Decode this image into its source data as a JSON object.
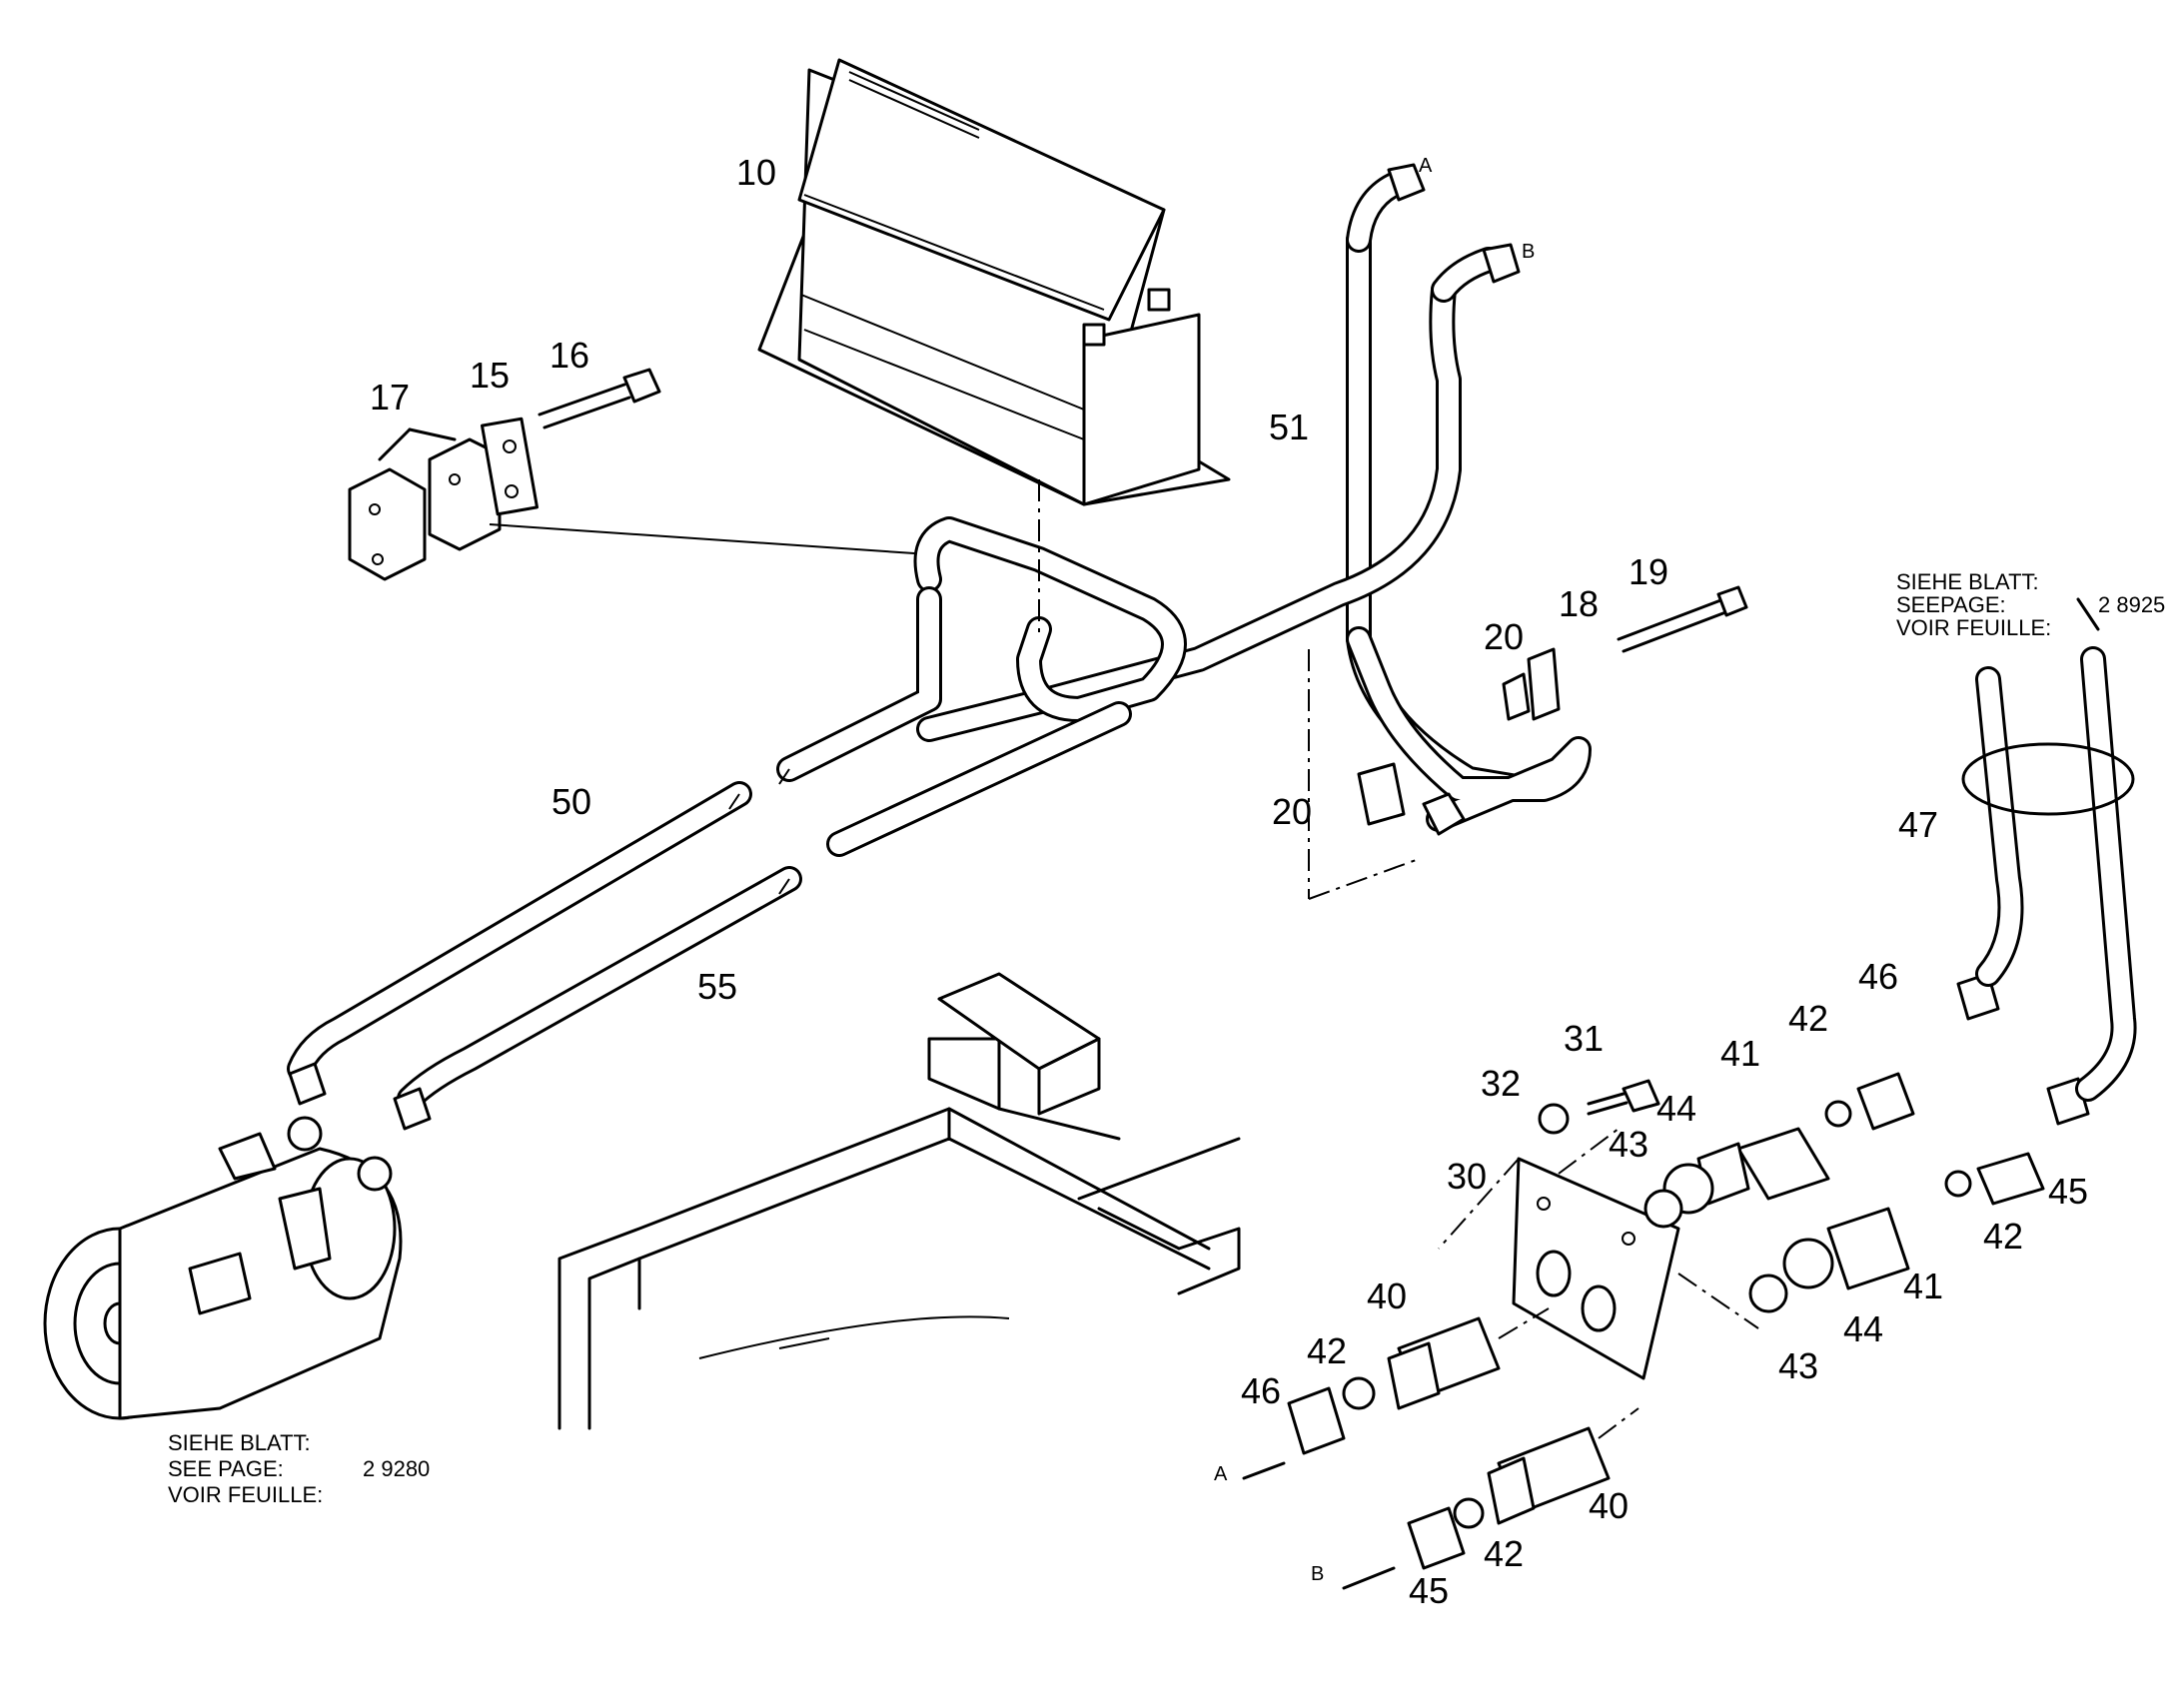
{
  "diagram": {
    "parts": [
      {
        "id": "10",
        "label": "10"
      },
      {
        "id": "15",
        "label": "15"
      },
      {
        "id": "16",
        "label": "16"
      },
      {
        "id": "17",
        "label": "17"
      },
      {
        "id": "18",
        "label": "18"
      },
      {
        "id": "19",
        "label": "19"
      },
      {
        "id": "20a",
        "label": "20"
      },
      {
        "id": "20b",
        "label": "20"
      },
      {
        "id": "30",
        "label": "30"
      },
      {
        "id": "31",
        "label": "31"
      },
      {
        "id": "32",
        "label": "32"
      },
      {
        "id": "40a",
        "label": "40"
      },
      {
        "id": "40b",
        "label": "40"
      },
      {
        "id": "41a",
        "label": "41"
      },
      {
        "id": "41b",
        "label": "41"
      },
      {
        "id": "42a",
        "label": "42"
      },
      {
        "id": "42b",
        "label": "42"
      },
      {
        "id": "42c",
        "label": "42"
      },
      {
        "id": "42d",
        "label": "42"
      },
      {
        "id": "43a",
        "label": "43"
      },
      {
        "id": "43b",
        "label": "43"
      },
      {
        "id": "44a",
        "label": "44"
      },
      {
        "id": "44b",
        "label": "44"
      },
      {
        "id": "45a",
        "label": "45"
      },
      {
        "id": "45b",
        "label": "45"
      },
      {
        "id": "46a",
        "label": "46"
      },
      {
        "id": "46b",
        "label": "46"
      },
      {
        "id": "47",
        "label": "47"
      },
      {
        "id": "50",
        "label": "50"
      },
      {
        "id": "51",
        "label": "51"
      },
      {
        "id": "55",
        "label": "55"
      }
    ],
    "ports": {
      "a_top": "A",
      "b_top": "B",
      "a_bottom": "A",
      "b_bottom": "B"
    },
    "notes": {
      "right": {
        "line1": "SIEHE BLATT:",
        "line2": "SEEPAGE:",
        "line2_value": "2 8925",
        "line3": "VOIR FEUILLE:"
      },
      "left": {
        "line1": "SIEHE BLATT:",
        "line2": "SEE PAGE:",
        "line2_value": "2 9280",
        "line3": "VOIR FEUILLE:"
      }
    }
  }
}
